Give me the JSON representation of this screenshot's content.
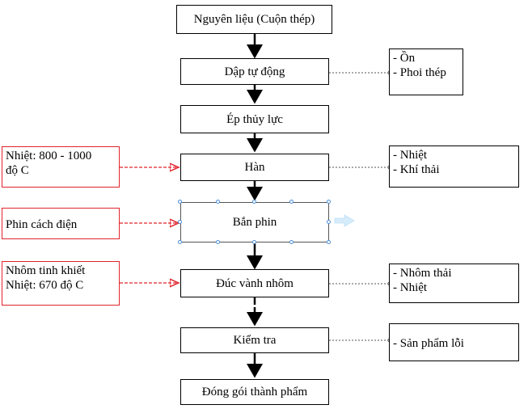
{
  "steps": [
    {
      "label": "Nguyên liệu (Cuộn thép)"
    },
    {
      "label": "Dập tự động"
    },
    {
      "label": "Ép thủy lực"
    },
    {
      "label": "Hàn"
    },
    {
      "label": "Bắn phin"
    },
    {
      "label": "Đúc vành nhôm"
    },
    {
      "label": "Kiểm tra"
    },
    {
      "label": "Đóng gói thành phẩm"
    }
  ],
  "outputs": {
    "dap": [
      "- Ồn",
      "- Phoi thép"
    ],
    "han": [
      "- Nhiệt",
      "- Khí thải"
    ],
    "duc": [
      "- Nhôm thải",
      "- Nhiệt"
    ],
    "kiem": [
      "- Sản phẩm lỗi"
    ]
  },
  "inputs": {
    "han": [
      "Nhiệt: 800 - 1000",
      "độ C"
    ],
    "ban": [
      "Phin cách điện"
    ],
    "duc": [
      "Nhôm tinh khiết",
      "Nhiệt: 670 độ C"
    ]
  },
  "colors": {
    "input_border": "#e0242c",
    "selection": "#4b8ed6"
  }
}
